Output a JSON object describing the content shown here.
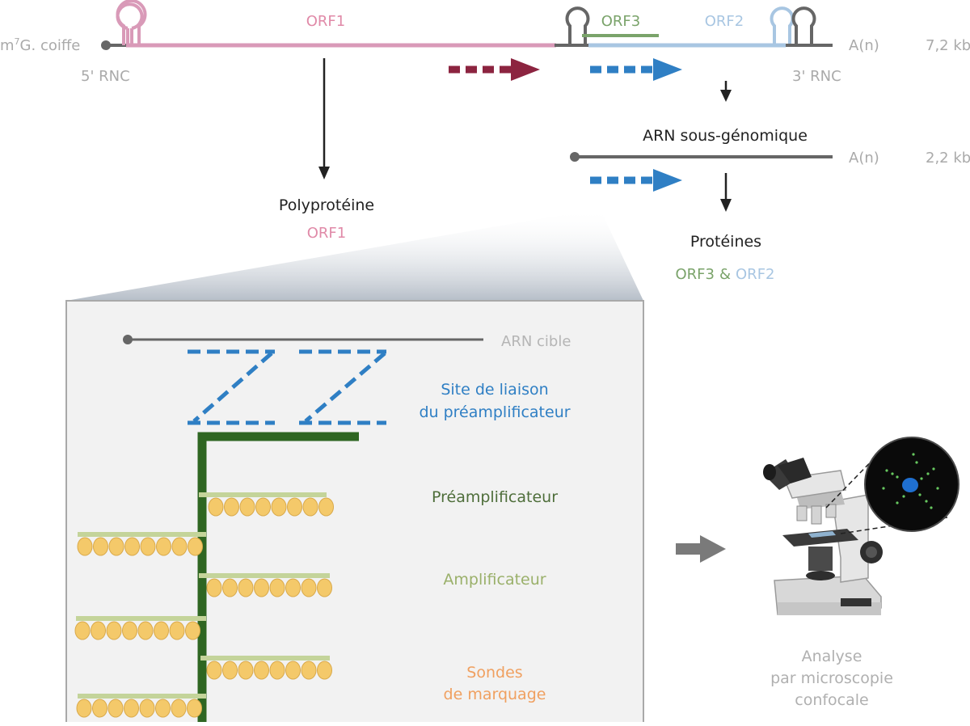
{
  "genome": {
    "cap_label": "m7G. coiffe",
    "utr5": "5' RNC",
    "utr3": "3' RNC",
    "orf1": "ORF1",
    "orf2": "ORF2",
    "orf3": "ORF3",
    "polya": "A(n)",
    "size": "7,2 kb"
  },
  "subgenomic": {
    "title": "ARN sous-génomique",
    "polya": "A(n)",
    "size": "2,2 kb"
  },
  "products": {
    "polyprotein_title": "Polyprotéine",
    "polyprotein_orf": "ORF1",
    "proteins_title": "Protéines",
    "proteins_orf3": "ORF3",
    "proteins_amp": "&",
    "proteins_orf2": "ORF2"
  },
  "inset": {
    "target_rna": "ARN cible",
    "binding_site_line1": "Site de liaison",
    "binding_site_line2": "du préamplificateur",
    "preamplifier": "Préamplificateur",
    "amplifier": "Amplificateur",
    "probes_line1": "Sondes",
    "probes_line2": "de marquage"
  },
  "microscope": {
    "line1": "Analyse",
    "line2": "par microscopie",
    "line3": "confocale"
  },
  "colors": {
    "orf1": "#d99ab8",
    "orf1_text": "#e08aa8",
    "orf2": "#a8c6e2",
    "orf3": "#7aa36a",
    "grey": "#666666",
    "lightgrey": "#b8b8b8",
    "dark_arrow": "#8c2440",
    "blue_arrow": "#2f7fc4",
    "preamp": "#2f6622",
    "amp": "#c4d49a",
    "probe": "#f4c96a",
    "probe_text": "#f0a060",
    "inset_bg": "#f2f2f2"
  }
}
